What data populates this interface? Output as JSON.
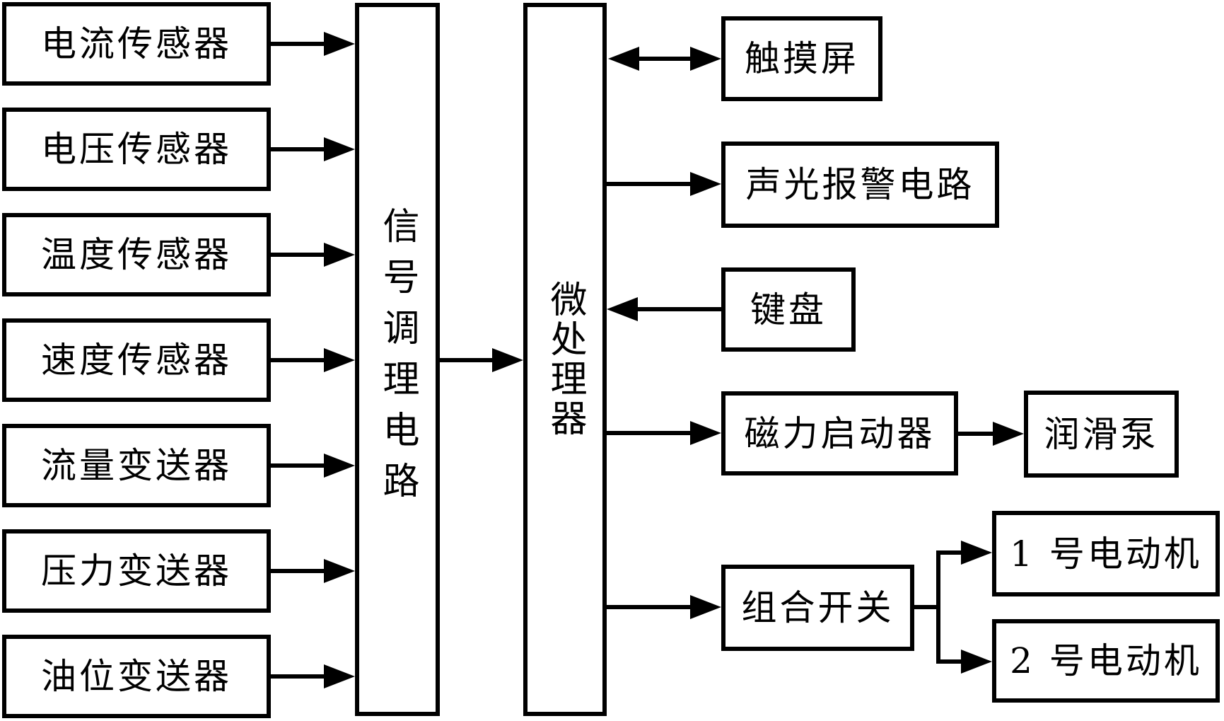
{
  "diagram": {
    "colors": {
      "line": "#000000",
      "background": "#ffffff"
    },
    "sensors": [
      {
        "id": "current-sensor",
        "label": "电流传感器"
      },
      {
        "id": "voltage-sensor",
        "label": "电压传感器"
      },
      {
        "id": "temperature-sensor",
        "label": "温度传感器"
      },
      {
        "id": "speed-sensor",
        "label": "速度传感器"
      },
      {
        "id": "flow-transmitter",
        "label": "流量变送器"
      },
      {
        "id": "pressure-transmitter",
        "label": "压力变送器"
      },
      {
        "id": "oil-level-transmitter",
        "label": "油位变送器"
      }
    ],
    "signal_conditioner": {
      "label": "信号调理电路"
    },
    "microprocessor": {
      "label": "微处理器"
    },
    "peripherals": {
      "touch_screen": {
        "label": "触摸屏"
      },
      "alarm_circuit": {
        "label": "声光报警电路"
      },
      "keyboard": {
        "label": "键盘"
      },
      "magnetic_starter": {
        "label": "磁力启动器"
      },
      "lubrication_pump": {
        "label": "润滑泵"
      },
      "combination_switch": {
        "label": "组合开关"
      },
      "motor_1": {
        "label": "1 号电动机"
      },
      "motor_2": {
        "label": "2 号电动机"
      }
    },
    "connections": [
      {
        "from": "电流传感器",
        "to": "信号调理电路",
        "type": "arrow"
      },
      {
        "from": "电压传感器",
        "to": "信号调理电路",
        "type": "arrow"
      },
      {
        "from": "温度传感器",
        "to": "信号调理电路",
        "type": "arrow"
      },
      {
        "from": "速度传感器",
        "to": "信号调理电路",
        "type": "arrow"
      },
      {
        "from": "流量变送器",
        "to": "信号调理电路",
        "type": "arrow"
      },
      {
        "from": "压力变送器",
        "to": "信号调理电路",
        "type": "arrow"
      },
      {
        "from": "油位变送器",
        "to": "信号调理电路",
        "type": "arrow"
      },
      {
        "from": "信号调理电路",
        "to": "微处理器",
        "type": "arrow"
      },
      {
        "from": "微处理器",
        "to": "触摸屏",
        "type": "double-arrow"
      },
      {
        "from": "微处理器",
        "to": "声光报警电路",
        "type": "arrow"
      },
      {
        "from": "键盘",
        "to": "微处理器",
        "type": "arrow"
      },
      {
        "from": "微处理器",
        "to": "磁力启动器",
        "type": "arrow"
      },
      {
        "from": "磁力启动器",
        "to": "润滑泵",
        "type": "arrow"
      },
      {
        "from": "微处理器",
        "to": "组合开关",
        "type": "arrow"
      },
      {
        "from": "组合开关",
        "to": "1 号电动机",
        "type": "arrow"
      },
      {
        "from": "组合开关",
        "to": "2 号电动机",
        "type": "arrow"
      }
    ]
  }
}
